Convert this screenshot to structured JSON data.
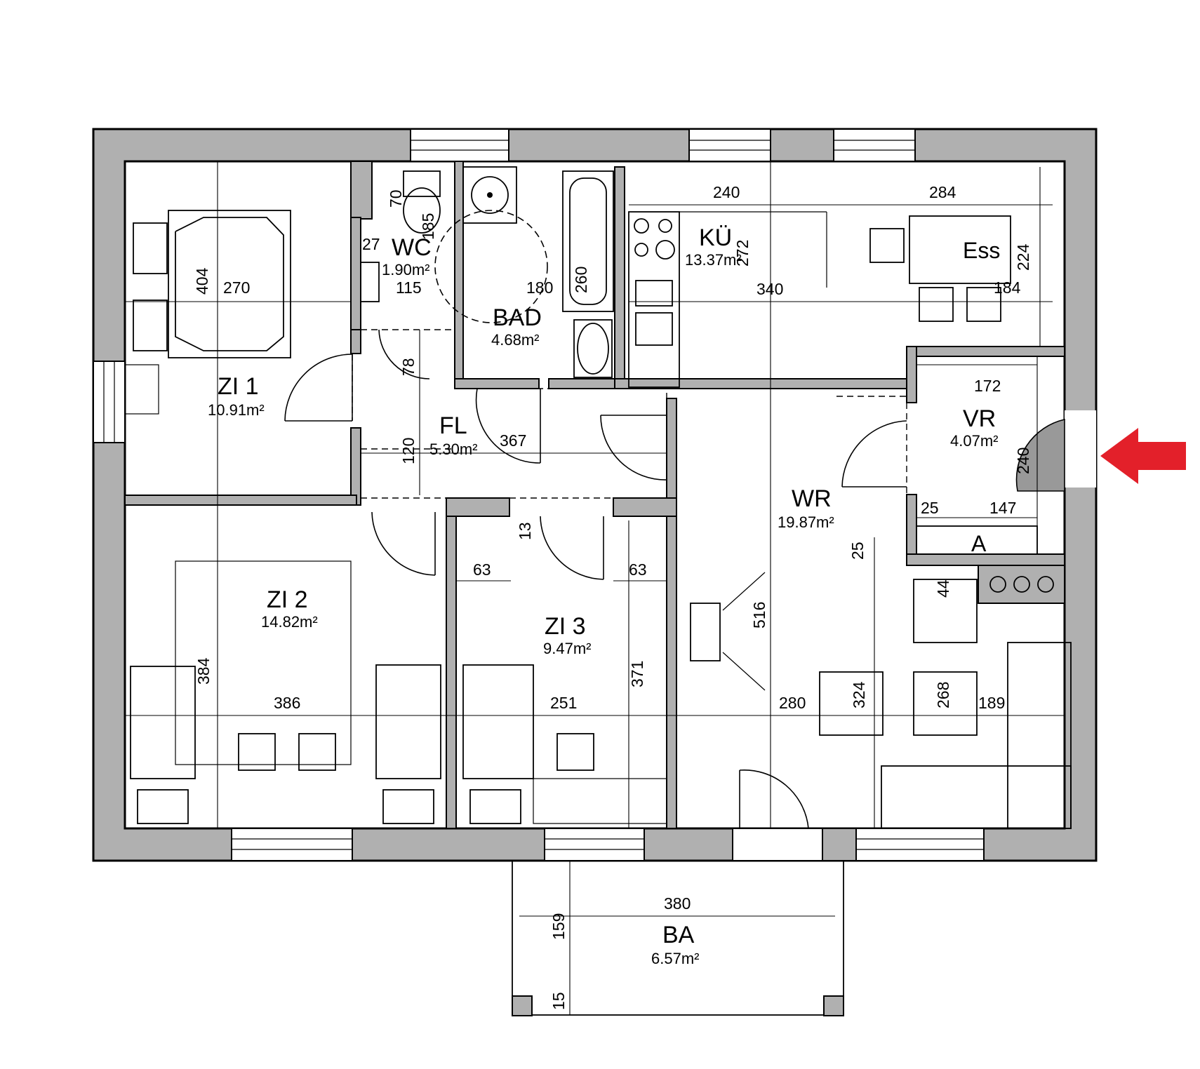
{
  "rooms": [
    {
      "id": "zi1",
      "name": "ZI 1",
      "area": "10.91m²"
    },
    {
      "id": "wc",
      "name": "WC",
      "area": "1.90m²"
    },
    {
      "id": "bad",
      "name": "BAD",
      "area": "4.68m²"
    },
    {
      "id": "ku",
      "name": "KÜ",
      "area": "13.37m²"
    },
    {
      "id": "fl",
      "name": "FL",
      "area": "5.30m²"
    },
    {
      "id": "vr",
      "name": "VR",
      "area": "4.07m²"
    },
    {
      "id": "wr",
      "name": "WR",
      "area": "19.87m²"
    },
    {
      "id": "zi2",
      "name": "ZI 2",
      "area": "14.82m²"
    },
    {
      "id": "zi3",
      "name": "ZI 3",
      "area": "9.47m²"
    },
    {
      "id": "ba",
      "name": "BA",
      "area": "6.57m²"
    }
  ],
  "labels": {
    "ess": "Ess",
    "a": "A"
  },
  "dimensions": [
    "404",
    "270",
    "70",
    "27",
    "185",
    "115",
    "180",
    "260",
    "240",
    "272",
    "340",
    "284",
    "224",
    "184",
    "78",
    "120",
    "367",
    "172",
    "240",
    "25",
    "147",
    "25",
    "44",
    "13",
    "63",
    "63",
    "384",
    "386",
    "251",
    "371",
    "516",
    "280",
    "324",
    "268",
    "189",
    "380",
    "159",
    "15"
  ],
  "colors": {
    "wall": "#b0b0b0",
    "entrance_arrow": "#e3202a"
  },
  "icons": {
    "entrance": "red-arrow-left-icon"
  }
}
